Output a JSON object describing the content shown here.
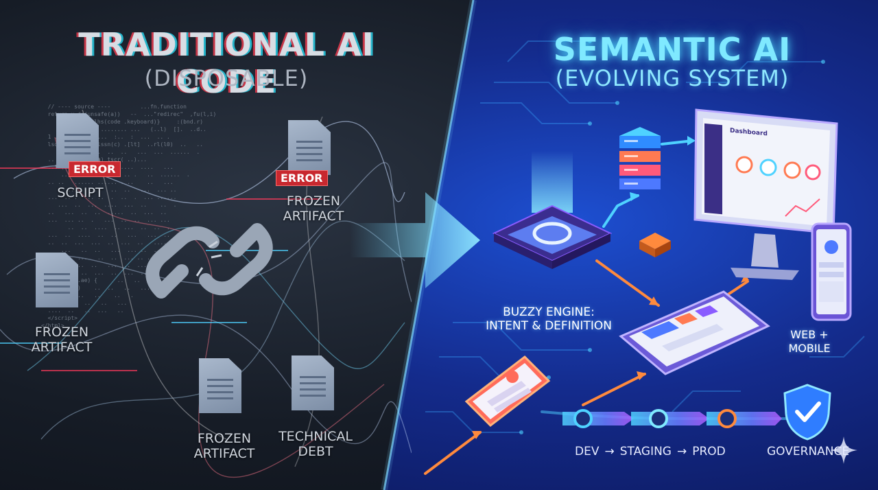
{
  "left": {
    "title": "TRADITIONAL AI CODE",
    "subtitle": "(DISPOSABLE)",
    "badges": {
      "error_1": "ERROR",
      "error_2": "ERROR"
    },
    "labels": {
      "script": "SCRIPT",
      "frozen_1": "FROZEN\nARTIFACT",
      "frozen_2": "FROZEN\nARTIFACT",
      "frozen_3": "FROZEN\nARTIFACT",
      "debt": "TECHNICAL\nDEBT"
    },
    "icons": {
      "document": "document-icon",
      "broken_link": "broken-chain-icon"
    }
  },
  "right": {
    "title": "SEMANTIC AI",
    "subtitle": "(EVOLVING SYSTEM)",
    "engine_label": "BUZZY ENGINE:\nINTENT & DEFINITION",
    "web_mobile_label": "WEB + MOBILE",
    "dashboard_title": "Dashboard",
    "pipeline": {
      "stages": [
        "DEV",
        "STAGING",
        "PROD"
      ],
      "arrow": "→",
      "governance": "GOVERNANCE"
    },
    "icons": {
      "shield": "shield-check-icon",
      "sparkle": "sparkle-icon",
      "server": "server-icon",
      "monitor": "monitor-icon",
      "tablet": "tablet-icon",
      "phone": "phone-icon"
    }
  },
  "colors": {
    "left_bg": "#1c2430",
    "right_bg": "#1a3fb5",
    "neon_cyan": "#7fe9ff",
    "error_red": "#c8282f",
    "accent_orange": "#ff8a3d",
    "accent_purple": "#8a5cff"
  }
}
